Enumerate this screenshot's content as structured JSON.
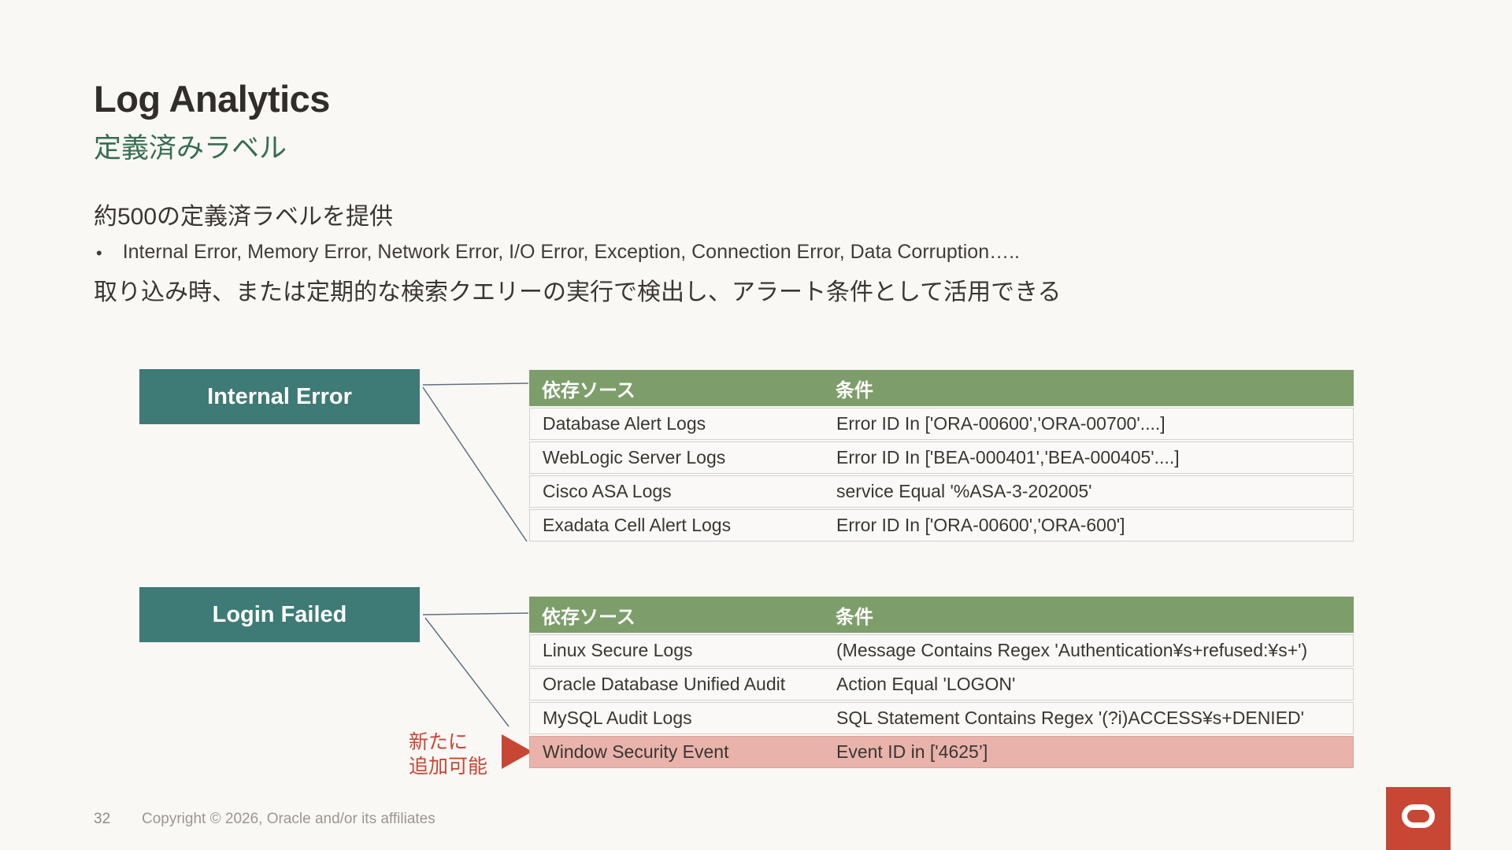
{
  "slide": {
    "title": "Log Analytics",
    "subtitle": "定義済みラベル",
    "intro": "約500の定義済ラベルを提供",
    "bullet_marker": "•",
    "bullet": "Internal Error, Memory Error, Network Error, I/O Error, Exception, Connection Error, Data Corruption…..",
    "detection": "取り込み時、または定期的な検索クエリーの実行で検出し、アラート条件として活用できる"
  },
  "labels": {
    "internal_error": "Internal Error",
    "login_failed": "Login Failed"
  },
  "table1": {
    "headers": {
      "source": "依存ソース",
      "condition": "条件"
    },
    "rows": [
      {
        "source": "Database Alert Logs",
        "condition": "Error ID In ['ORA-00600','ORA-00700'....]"
      },
      {
        "source": "WebLogic Server Logs",
        "condition": "Error ID In ['BEA-000401','BEA-000405'....]"
      },
      {
        "source": "Cisco ASA Logs",
        "condition": "service Equal '%ASA-3-202005'"
      },
      {
        "source": "Exadata Cell Alert Logs",
        "condition": "Error ID In ['ORA-00600','ORA-600']"
      }
    ]
  },
  "table2": {
    "headers": {
      "source": "依存ソース",
      "condition": "条件"
    },
    "rows": [
      {
        "source": "Linux Secure Logs",
        "condition": "(Message Contains Regex 'Authentication¥s+refused:¥s+')"
      },
      {
        "source": "Oracle Database Unified Audit",
        "condition": "Action Equal 'LOGON'"
      },
      {
        "source": "MySQL Audit Logs",
        "condition": "SQL Statement Contains Regex '(?i)ACCESS¥s+DENIED'"
      },
      {
        "source": "Window Security Event",
        "condition": "Event ID in ['4625’]"
      }
    ]
  },
  "annotation": {
    "line1": "新たに",
    "line2": "追加可能"
  },
  "footer": {
    "page_number": "32",
    "copyright": "Copyright © 2026, Oracle and/or its affiliates"
  },
  "colors": {
    "teal_box": "#3e7a76",
    "table_header_green": "#7d9e6a",
    "highlight_pink": "#e9b3ab",
    "accent_red": "#c74634",
    "subtitle_green": "#366e51",
    "background": "#faf8f5"
  }
}
